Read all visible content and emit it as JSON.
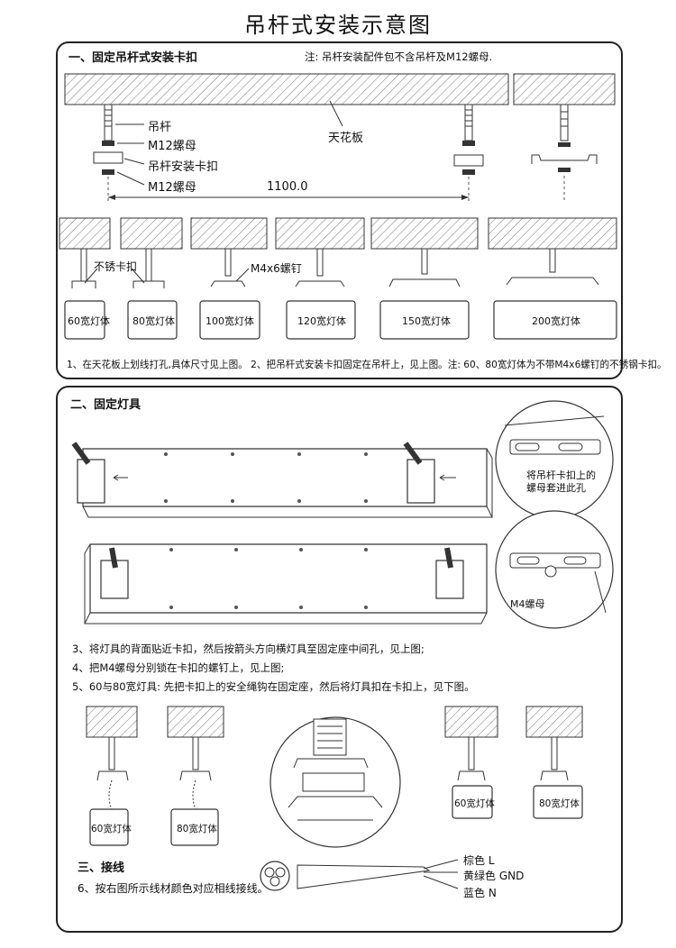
{
  "title": "吊杆式安装示意图",
  "section1": {
    "heading": "一、固定吊杆式安装卡扣",
    "note": "注: 吊杆安装配件包不含吊杆及M12螺母.",
    "labels": {
      "rod": "吊杆",
      "nut_top": "M12螺母",
      "clip": "吊杆安装卡扣",
      "nut_bottom": "M12螺母",
      "ceiling": "天花板",
      "distance": "1100.0",
      "stainless_clip": "不锈卡扣",
      "screw": "M4x6螺钉"
    },
    "widths": [
      "60宽灯体",
      "80宽灯体",
      "100宽灯体",
      "120宽灯体",
      "150宽灯体",
      "200宽灯体"
    ],
    "instruction": "1、在天花板上划线打孔,具体尺寸见上图。 2、把吊杆式安装卡扣固定在吊杆上，见上图。注: 60、80宽灯体为不带M4x6螺钉的不锈钢卡扣。"
  },
  "section2": {
    "heading": "二、固定灯具",
    "callout1": "将吊杆卡扣上的\n螺母套进此孔",
    "callout2": "M4螺母",
    "steps": [
      "3、将灯具的背面贴近卡扣，然后按箭头方向横灯具至固定座中间孔，见上图;",
      "4、把M4螺母分别锁在卡扣的螺钉上，见上图;",
      "5、60与80宽灯具: 先把卡扣上的安全绳钩在固定座，然后将灯具扣在卡扣上，见下图。"
    ],
    "bottom_widths": [
      "60宽灯体",
      "80宽灯体",
      "60宽灯体",
      "80宽灯体"
    ]
  },
  "section3": {
    "heading": "三、接线",
    "instruction": "6、按右图所示线材颜色对应相线接线。",
    "wires": [
      "棕色 L",
      "黄绿色 GND",
      "蓝色 N"
    ]
  }
}
